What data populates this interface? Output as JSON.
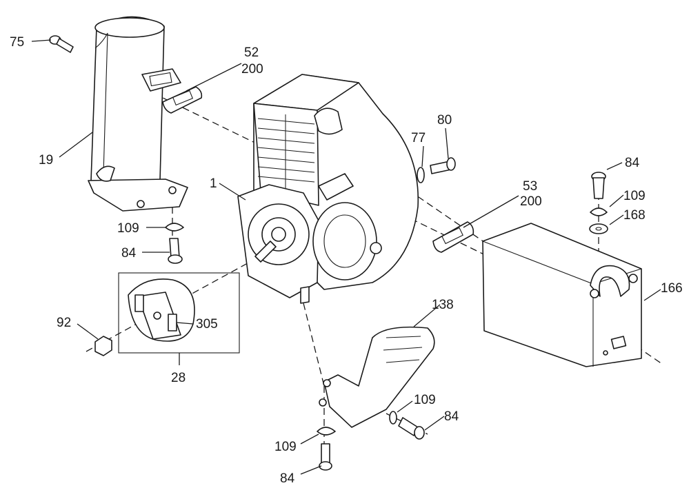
{
  "diagram": {
    "labels": {
      "l75": "75",
      "l52": "52",
      "l200a": "200",
      "l19": "19",
      "l1": "1",
      "l80": "80",
      "l77": "77",
      "l84a": "84",
      "l109a": "109",
      "l168": "168",
      "l53": "53",
      "l200b": "200",
      "l166": "166",
      "l109b": "109",
      "l84b": "84",
      "l92": "92",
      "l305": "305",
      "l28": "28",
      "l138": "138",
      "l109c": "109",
      "l84c": "84",
      "l109d": "109",
      "l84d": "84"
    }
  }
}
